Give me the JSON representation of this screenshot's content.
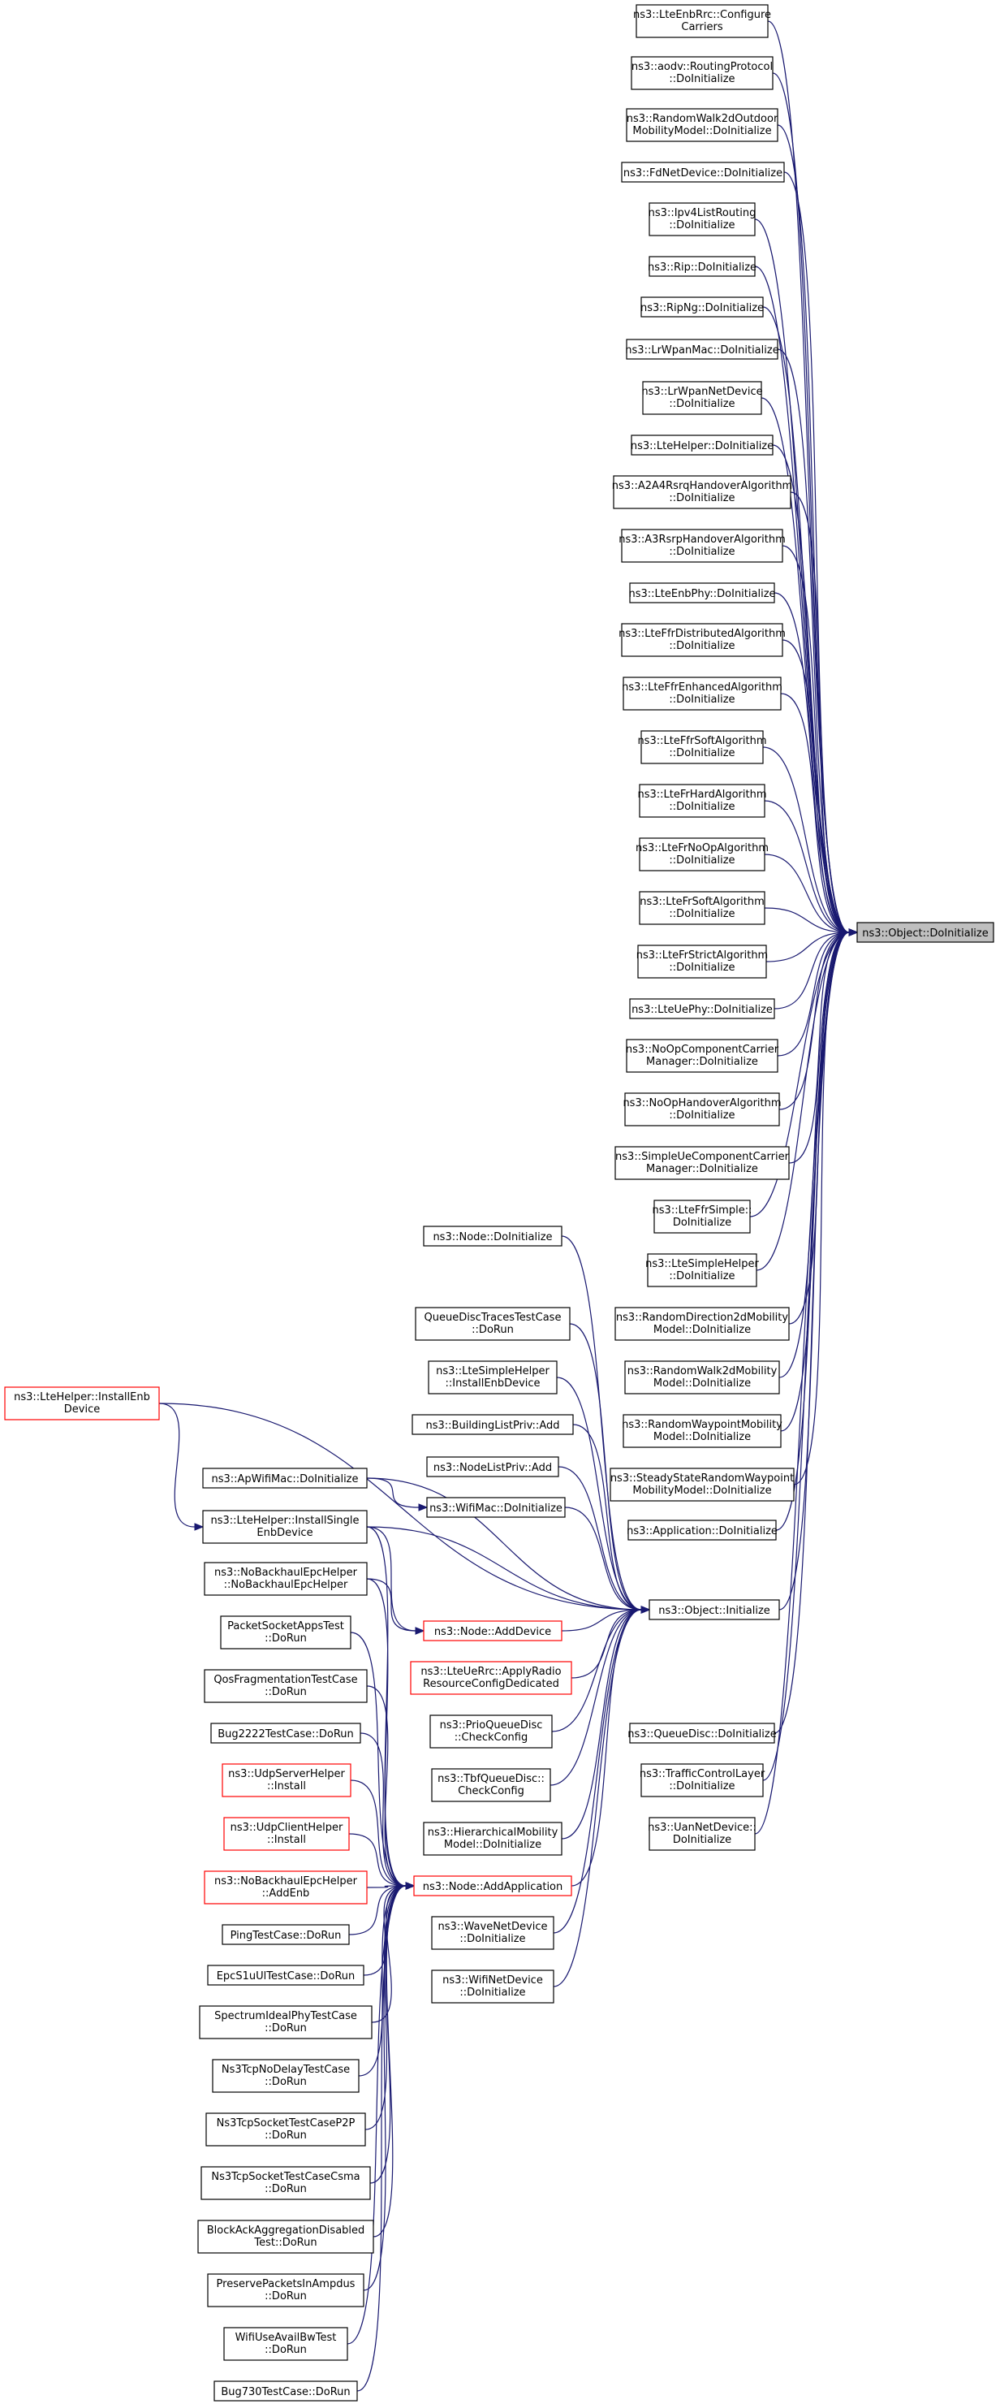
{
  "colors": {
    "edge": "#191970",
    "node_border": "#000000",
    "node_border_incomplete": "#ff0000",
    "target_fill": "#bfbfbf"
  },
  "nodes": [
    {
      "id": "obj_doinit",
      "lines": [
        "ns3::Object::DoInitialize"
      ],
      "style": "target"
    },
    {
      "id": "obj_init",
      "lines": [
        "ns3::Object::Initialize"
      ]
    },
    {
      "id": "lteenbrrc",
      "lines": [
        "ns3::LteEnbRrc::Configure",
        "Carriers"
      ]
    },
    {
      "id": "aodv",
      "lines": [
        "ns3::aodv::RoutingProtocol",
        "::DoInitialize"
      ]
    },
    {
      "id": "rw2d_outdoor",
      "lines": [
        "ns3::RandomWalk2dOutdoor",
        "MobilityModel::DoInitialize"
      ]
    },
    {
      "id": "fdnet",
      "lines": [
        "ns3::FdNetDevice::DoInitialize"
      ]
    },
    {
      "id": "ipv4list",
      "lines": [
        "ns3::Ipv4ListRouting",
        "::DoInitialize"
      ]
    },
    {
      "id": "rip",
      "lines": [
        "ns3::Rip::DoInitialize"
      ]
    },
    {
      "id": "ripng",
      "lines": [
        "ns3::RipNg::DoInitialize"
      ]
    },
    {
      "id": "lrwpanmac",
      "lines": [
        "ns3::LrWpanMac::DoInitialize"
      ]
    },
    {
      "id": "lrwpannet",
      "lines": [
        "ns3::LrWpanNetDevice",
        "::DoInitialize"
      ]
    },
    {
      "id": "ltehelper_di",
      "lines": [
        "ns3::LteHelper::DoInitialize"
      ]
    },
    {
      "id": "a2a4",
      "lines": [
        "ns3::A2A4RsrqHandoverAlgorithm",
        "::DoInitialize"
      ]
    },
    {
      "id": "a3rsrp",
      "lines": [
        "ns3::A3RsrpHandoverAlgorithm",
        "::DoInitialize"
      ]
    },
    {
      "id": "lteenbphy",
      "lines": [
        "ns3::LteEnbPhy::DoInitialize"
      ]
    },
    {
      "id": "lteffrdist",
      "lines": [
        "ns3::LteFfrDistributedAlgorithm",
        "::DoInitialize"
      ]
    },
    {
      "id": "lteffrenh",
      "lines": [
        "ns3::LteFfrEnhancedAlgorithm",
        "::DoInitialize"
      ]
    },
    {
      "id": "lteffrsoft",
      "lines": [
        "ns3::LteFfrSoftAlgorithm",
        "::DoInitialize"
      ]
    },
    {
      "id": "ltefrhard",
      "lines": [
        "ns3::LteFrHardAlgorithm",
        "::DoInitialize"
      ]
    },
    {
      "id": "ltefrnoop",
      "lines": [
        "ns3::LteFrNoOpAlgorithm",
        "::DoInitialize"
      ]
    },
    {
      "id": "ltefrsoft",
      "lines": [
        "ns3::LteFrSoftAlgorithm",
        "::DoInitialize"
      ]
    },
    {
      "id": "ltefrstrict",
      "lines": [
        "ns3::LteFrStrictAlgorithm",
        "::DoInitialize"
      ]
    },
    {
      "id": "lteuephy",
      "lines": [
        "ns3::LteUePhy::DoInitialize"
      ]
    },
    {
      "id": "noopcc",
      "lines": [
        "ns3::NoOpComponentCarrier",
        "Manager::DoInitialize"
      ]
    },
    {
      "id": "noopho",
      "lines": [
        "ns3::NoOpHandoverAlgorithm",
        "::DoInitialize"
      ]
    },
    {
      "id": "simpleuecc",
      "lines": [
        "ns3::SimpleUeComponentCarrier",
        "Manager::DoInitialize"
      ]
    },
    {
      "id": "lteffrsimple",
      "lines": [
        "ns3::LteFfrSimple::",
        "DoInitialize"
      ]
    },
    {
      "id": "ltesimplehelper_di",
      "lines": [
        "ns3::LteSimpleHelper",
        "::DoInitialize"
      ]
    },
    {
      "id": "rdir2d",
      "lines": [
        "ns3::RandomDirection2dMobility",
        "Model::DoInitialize"
      ]
    },
    {
      "id": "rw2d",
      "lines": [
        "ns3::RandomWalk2dMobility",
        "Model::DoInitialize"
      ]
    },
    {
      "id": "rwaypoint",
      "lines": [
        "ns3::RandomWaypointMobility",
        "Model::DoInitialize"
      ]
    },
    {
      "id": "steadystate",
      "lines": [
        "ns3::SteadyStateRandomWaypoint",
        "MobilityModel::DoInitialize"
      ]
    },
    {
      "id": "application",
      "lines": [
        "ns3::Application::DoInitialize"
      ]
    },
    {
      "id": "queuedisc",
      "lines": [
        "ns3::QueueDisc::DoInitialize"
      ]
    },
    {
      "id": "tclayer",
      "lines": [
        "ns3::TrafficControlLayer",
        "::DoInitialize"
      ]
    },
    {
      "id": "uannet",
      "lines": [
        "ns3::UanNetDevice::",
        "DoInitialize"
      ]
    },
    {
      "id": "node_di",
      "lines": [
        "ns3::Node::DoInitialize"
      ]
    },
    {
      "id": "qdtraces",
      "lines": [
        "QueueDiscTracesTestCase",
        "::DoRun"
      ]
    },
    {
      "id": "ltesimple_install",
      "lines": [
        "ns3::LteSimpleHelper",
        "::InstallEnbDevice"
      ]
    },
    {
      "id": "buildinglist",
      "lines": [
        "ns3::BuildingListPriv::Add"
      ]
    },
    {
      "id": "nodelist",
      "lines": [
        "ns3::NodeListPriv::Add"
      ]
    },
    {
      "id": "ltehelper_installenb",
      "lines": [
        "ns3::LteHelper::InstallEnb",
        "Device"
      ],
      "style": "red"
    },
    {
      "id": "apwifimac",
      "lines": [
        "ns3::ApWifiMac::DoInitialize"
      ]
    },
    {
      "id": "wifimac",
      "lines": [
        "ns3::WifiMac::DoInitialize"
      ]
    },
    {
      "id": "ltehelper_single",
      "lines": [
        "ns3::LteHelper::InstallSingle",
        "EnbDevice"
      ]
    },
    {
      "id": "nobackhaul_ctor",
      "lines": [
        "ns3::NoBackhaulEpcHelper",
        "::NoBackhaulEpcHelper"
      ]
    },
    {
      "id": "node_adddevice",
      "lines": [
        "ns3::Node::AddDevice"
      ],
      "style": "red"
    },
    {
      "id": "packetsocket",
      "lines": [
        "PacketSocketAppsTest",
        "::DoRun"
      ]
    },
    {
      "id": "lteuerrc",
      "lines": [
        "ns3::LteUeRrc::ApplyRadio",
        "ResourceConfigDedicated"
      ],
      "style": "red"
    },
    {
      "id": "qosfrag",
      "lines": [
        "QosFragmentationTestCase",
        "::DoRun"
      ]
    },
    {
      "id": "prioqd",
      "lines": [
        "ns3::PrioQueueDisc",
        "::CheckConfig"
      ]
    },
    {
      "id": "bug2222",
      "lines": [
        "Bug2222TestCase::DoRun"
      ]
    },
    {
      "id": "tbfqd",
      "lines": [
        "ns3::TbfQueueDisc::",
        "CheckConfig"
      ]
    },
    {
      "id": "udpserver",
      "lines": [
        "ns3::UdpServerHelper",
        "::Install"
      ],
      "style": "red"
    },
    {
      "id": "udpclient",
      "lines": [
        "ns3::UdpClientHelper",
        "::Install"
      ],
      "style": "red"
    },
    {
      "id": "hiermob",
      "lines": [
        "ns3::HierarchicalMobility",
        "Model::DoInitialize"
      ]
    },
    {
      "id": "nobackhaul_addenb",
      "lines": [
        "ns3::NoBackhaulEpcHelper",
        "::AddEnb"
      ],
      "style": "red"
    },
    {
      "id": "node_addapp",
      "lines": [
        "ns3::Node::AddApplication"
      ],
      "style": "red"
    },
    {
      "id": "wavenet",
      "lines": [
        "ns3::WaveNetDevice",
        "::DoInitialize"
      ]
    },
    {
      "id": "pingtest",
      "lines": [
        "PingTestCase::DoRun"
      ]
    },
    {
      "id": "wifinet",
      "lines": [
        "ns3::WifiNetDevice",
        "::DoInitialize"
      ]
    },
    {
      "id": "epcs1u",
      "lines": [
        "EpcS1uUlTestCase::DoRun"
      ]
    },
    {
      "id": "spectrumideal",
      "lines": [
        "SpectrumIdealPhyTestCase",
        "::DoRun"
      ]
    },
    {
      "id": "ns3tcpnodelay",
      "lines": [
        "Ns3TcpNoDelayTestCase",
        "::DoRun"
      ]
    },
    {
      "id": "ns3tcpp2p",
      "lines": [
        "Ns3TcpSocketTestCaseP2P",
        "::DoRun"
      ]
    },
    {
      "id": "ns3tcpcsma",
      "lines": [
        "Ns3TcpSocketTestCaseCsma",
        "::DoRun"
      ]
    },
    {
      "id": "blockack",
      "lines": [
        "BlockAckAggregationDisabled",
        "Test::DoRun"
      ]
    },
    {
      "id": "preservepackets",
      "lines": [
        "PreservePacketsInAmpdus",
        "::DoRun"
      ]
    },
    {
      "id": "wifiuseavail",
      "lines": [
        "WifiUseAvailBwTest",
        "::DoRun"
      ]
    },
    {
      "id": "bug730",
      "lines": [
        "Bug730TestCase::DoRun"
      ]
    }
  ],
  "edges": [
    {
      "from": "lteenbrrc",
      "to": "obj_doinit"
    },
    {
      "from": "aodv",
      "to": "obj_doinit"
    },
    {
      "from": "rw2d_outdoor",
      "to": "obj_doinit"
    },
    {
      "from": "fdnet",
      "to": "obj_doinit"
    },
    {
      "from": "ipv4list",
      "to": "obj_doinit"
    },
    {
      "from": "rip",
      "to": "obj_doinit"
    },
    {
      "from": "ripng",
      "to": "obj_doinit"
    },
    {
      "from": "lrwpanmac",
      "to": "obj_doinit"
    },
    {
      "from": "lrwpannet",
      "to": "obj_doinit"
    },
    {
      "from": "ltehelper_di",
      "to": "obj_doinit"
    },
    {
      "from": "a2a4",
      "to": "obj_doinit"
    },
    {
      "from": "a3rsrp",
      "to": "obj_doinit"
    },
    {
      "from": "lteenbphy",
      "to": "obj_doinit"
    },
    {
      "from": "lteffrdist",
      "to": "obj_doinit"
    },
    {
      "from": "lteffrenh",
      "to": "obj_doinit"
    },
    {
      "from": "lteffrsoft",
      "to": "obj_doinit"
    },
    {
      "from": "ltefrhard",
      "to": "obj_doinit"
    },
    {
      "from": "ltefrnoop",
      "to": "obj_doinit"
    },
    {
      "from": "ltefrsoft",
      "to": "obj_doinit"
    },
    {
      "from": "ltefrstrict",
      "to": "obj_doinit"
    },
    {
      "from": "lteuephy",
      "to": "obj_doinit"
    },
    {
      "from": "noopcc",
      "to": "obj_doinit"
    },
    {
      "from": "noopho",
      "to": "obj_doinit"
    },
    {
      "from": "simpleuecc",
      "to": "obj_doinit"
    },
    {
      "from": "lteffrsimple",
      "to": "obj_doinit"
    },
    {
      "from": "ltesimplehelper_di",
      "to": "obj_doinit"
    },
    {
      "from": "rdir2d",
      "to": "obj_doinit"
    },
    {
      "from": "rw2d",
      "to": "obj_doinit"
    },
    {
      "from": "rwaypoint",
      "to": "obj_doinit"
    },
    {
      "from": "steadystate",
      "to": "obj_doinit"
    },
    {
      "from": "application",
      "to": "obj_doinit"
    },
    {
      "from": "obj_init",
      "to": "obj_doinit"
    },
    {
      "from": "queuedisc",
      "to": "obj_doinit"
    },
    {
      "from": "tclayer",
      "to": "obj_doinit"
    },
    {
      "from": "uannet",
      "to": "obj_doinit"
    },
    {
      "from": "ltehelper_installenb",
      "to": "obj_init"
    },
    {
      "from": "node_di",
      "to": "obj_init"
    },
    {
      "from": "qdtraces",
      "to": "obj_init"
    },
    {
      "from": "ltesimple_install",
      "to": "obj_init"
    },
    {
      "from": "buildinglist",
      "to": "obj_init"
    },
    {
      "from": "nodelist",
      "to": "obj_init"
    },
    {
      "from": "wifimac",
      "to": "obj_init"
    },
    {
      "from": "apwifimac",
      "to": "obj_init"
    },
    {
      "from": "ltehelper_single",
      "to": "obj_init"
    },
    {
      "from": "node_adddevice",
      "to": "obj_init"
    },
    {
      "from": "lteuerrc",
      "to": "obj_init"
    },
    {
      "from": "prioqd",
      "to": "obj_init"
    },
    {
      "from": "tbfqd",
      "to": "obj_init"
    },
    {
      "from": "hiermob",
      "to": "obj_init"
    },
    {
      "from": "node_addapp",
      "to": "obj_init"
    },
    {
      "from": "wavenet",
      "to": "obj_init"
    },
    {
      "from": "wifinet",
      "to": "obj_init"
    },
    {
      "from": "ltehelper_installenb",
      "to": "ltehelper_single"
    },
    {
      "from": "apwifimac",
      "to": "wifimac"
    },
    {
      "from": "ltehelper_single",
      "to": "node_adddevice"
    },
    {
      "from": "nobackhaul_ctor",
      "to": "node_adddevice"
    },
    {
      "from": "packetsocket",
      "to": "node_addapp"
    },
    {
      "from": "qosfrag",
      "to": "node_addapp"
    },
    {
      "from": "bug2222",
      "to": "node_addapp"
    },
    {
      "from": "udpserver",
      "to": "node_addapp"
    },
    {
      "from": "udpclient",
      "to": "node_addapp"
    },
    {
      "from": "nobackhaul_addenb",
      "to": "node_addapp"
    },
    {
      "from": "pingtest",
      "to": "node_addapp"
    },
    {
      "from": "epcs1u",
      "to": "node_addapp"
    },
    {
      "from": "spectrumideal",
      "to": "node_addapp"
    },
    {
      "from": "ns3tcpnodelay",
      "to": "node_addapp"
    },
    {
      "from": "ns3tcpp2p",
      "to": "node_addapp"
    },
    {
      "from": "ns3tcpcsma",
      "to": "node_addapp"
    },
    {
      "from": "blockack",
      "to": "node_addapp"
    },
    {
      "from": "preservepackets",
      "to": "node_addapp"
    },
    {
      "from": "wifiuseavail",
      "to": "node_addapp"
    },
    {
      "from": "bug730",
      "to": "node_addapp"
    },
    {
      "from": "ltehelper_single",
      "to": "node_addapp"
    },
    {
      "from": "nobackhaul_ctor",
      "to": "node_addapp"
    }
  ]
}
